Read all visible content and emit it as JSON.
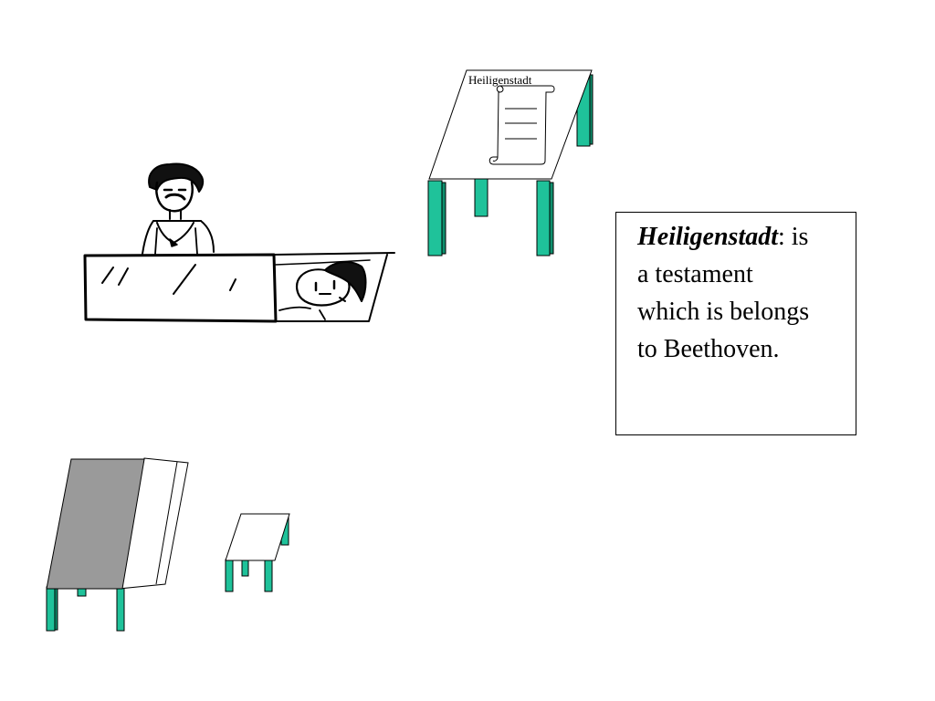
{
  "slide": {
    "scroll_title": "Heiligenstadt",
    "definition": {
      "term": "Heiligenstadt",
      "text": ": is\na testament\nwhich is belongs\nto Beethoven."
    }
  },
  "colors": {
    "table_leg": "#1fc29a",
    "table_leg_dark": "#0f8f6e",
    "piano_lid": "#9a9a9a"
  },
  "icons": [
    "beethoven-figure",
    "piano",
    "sleeping-person",
    "writing-table",
    "testament-scroll",
    "grand-piano",
    "small-table"
  ]
}
